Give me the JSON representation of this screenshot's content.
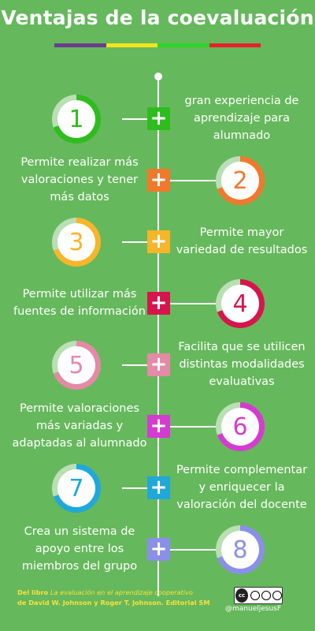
{
  "title": "Ventajas de la coevaluación",
  "color_bar": [
    "#6a3d8f",
    "#f4e41a",
    "#2fd42a",
    "#e8202c"
  ],
  "items": [
    {
      "number": "1",
      "text": "gran experiencia de aprendizaje para alumnado",
      "color": "#2fbc1e",
      "side": "left"
    },
    {
      "number": "2",
      "text": "Permite realizar más valoraciones y tener más datos",
      "color": "#f0792c",
      "side": "right"
    },
    {
      "number": "3",
      "text": "Permite mayor variedad de resultados",
      "color": "#f7b52a",
      "side": "left"
    },
    {
      "number": "4",
      "text": "Permite utilizar más fuentes de información",
      "color": "#d6154c",
      "side": "right"
    },
    {
      "number": "5",
      "text": "Facilita que se utilicen distintas modalidades evaluativas",
      "color": "#e58aa6",
      "side": "left"
    },
    {
      "number": "6",
      "text": "Permite valoraciones más variadas y adaptadas al alumnado",
      "color": "#d63bd1",
      "side": "right"
    },
    {
      "number": "7",
      "text": "Permite complementar y enriquecer la valoración del docente",
      "color": "#20a8d8",
      "side": "left"
    },
    {
      "number": "8",
      "text": "Crea un sistema de apoyo entre los miembros del grupo",
      "color": "#8a8fe8",
      "side": "right"
    }
  ],
  "plus_symbol": "+",
  "footer": {
    "source_prefix": "Del libro ",
    "book_title": "La evaluación en el aprendizaje cooperativo",
    "source_line2": "de David W. Johnson y Roger T. Johnson. Editorial SM",
    "license_badge": "cc",
    "author": "@manueljesusF"
  }
}
